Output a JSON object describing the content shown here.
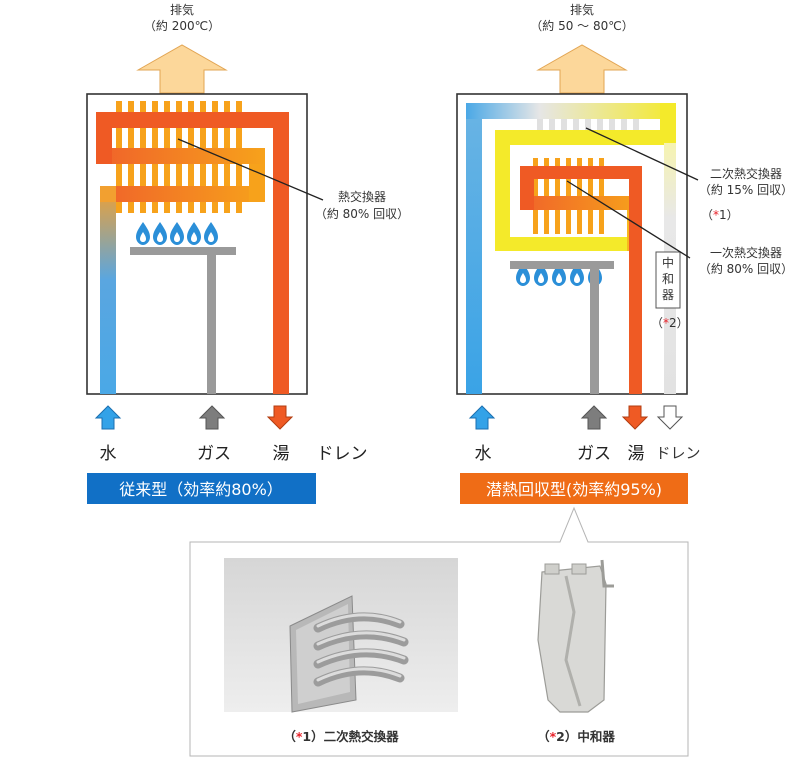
{
  "left": {
    "exhaust_title": "排気",
    "exhaust_temp": "（約 200℃）",
    "exchanger_name": "熱交換器",
    "exchanger_recovery": "（約 80% 回収）",
    "ports": {
      "water": "水",
      "gas": "ガス",
      "hot": "湯",
      "drain": "ドレン"
    },
    "banner": "従来型（効率約80%）"
  },
  "right": {
    "exhaust_title": "排気",
    "exhaust_temp": "（約 50 〜 80℃）",
    "secondary_name": "二次熱交換器",
    "secondary_recovery": "（約 15% 回収）",
    "secondary_note_open": "（",
    "note_star": "*",
    "secondary_note_num": "1）",
    "primary_name": "一次熱交換器",
    "primary_recovery": "（約 80% 回収）",
    "neutralizer_chars": [
      "中",
      "和",
      "器"
    ],
    "neutralizer_note_open": "（",
    "neutralizer_note_num": "2）",
    "ports": {
      "water": "水",
      "gas": "ガス",
      "hot": "湯",
      "drain": "ドレン"
    },
    "banner": "潜熱回収型(効率約95%)"
  },
  "detail": {
    "caption1_open": "（",
    "caption1_star": "*",
    "caption1_rest": "1）二次熱交換器",
    "caption2_open": "（",
    "caption2_star": "*",
    "caption2_rest": "2）中和器"
  },
  "colors": {
    "hot_pipe": "#ef5a24",
    "warm_pipe": "#f7a21b",
    "cold_pipe": "#4aa8e6",
    "secondary_pipe": "#f4ea2a",
    "gas_pipe": "#9a9a9a",
    "drain_pipe": "#dddddd",
    "exhaust_arrow": "#fcd79a",
    "banner_left": "#1170c6",
    "banner_right": "#ef6c16",
    "flame": "#2b8fd8"
  }
}
